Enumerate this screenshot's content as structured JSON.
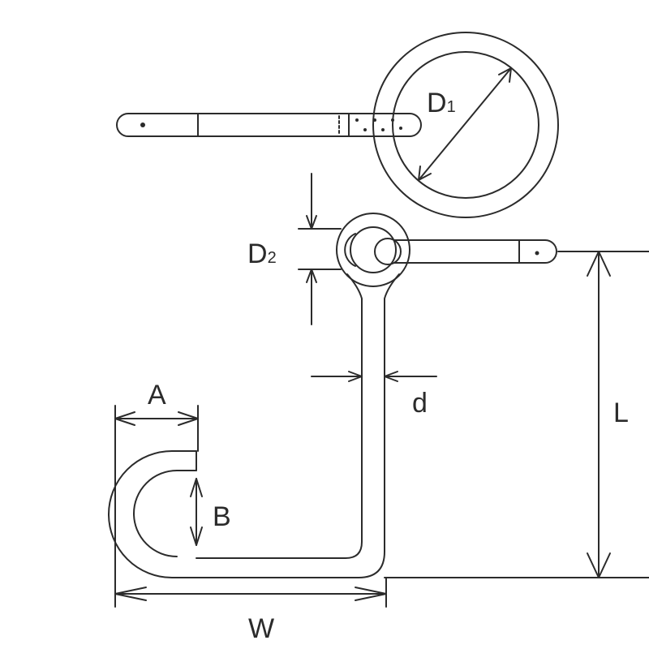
{
  "colors": {
    "line": "#2b2b2b",
    "paper": "#ffffff"
  },
  "labels": {
    "D1": {
      "letter": "D",
      "sub": "1"
    },
    "D2": {
      "letter": "D",
      "sub": "2"
    },
    "L": "L",
    "d": "d",
    "A": "A",
    "B": "B",
    "W": "W"
  }
}
